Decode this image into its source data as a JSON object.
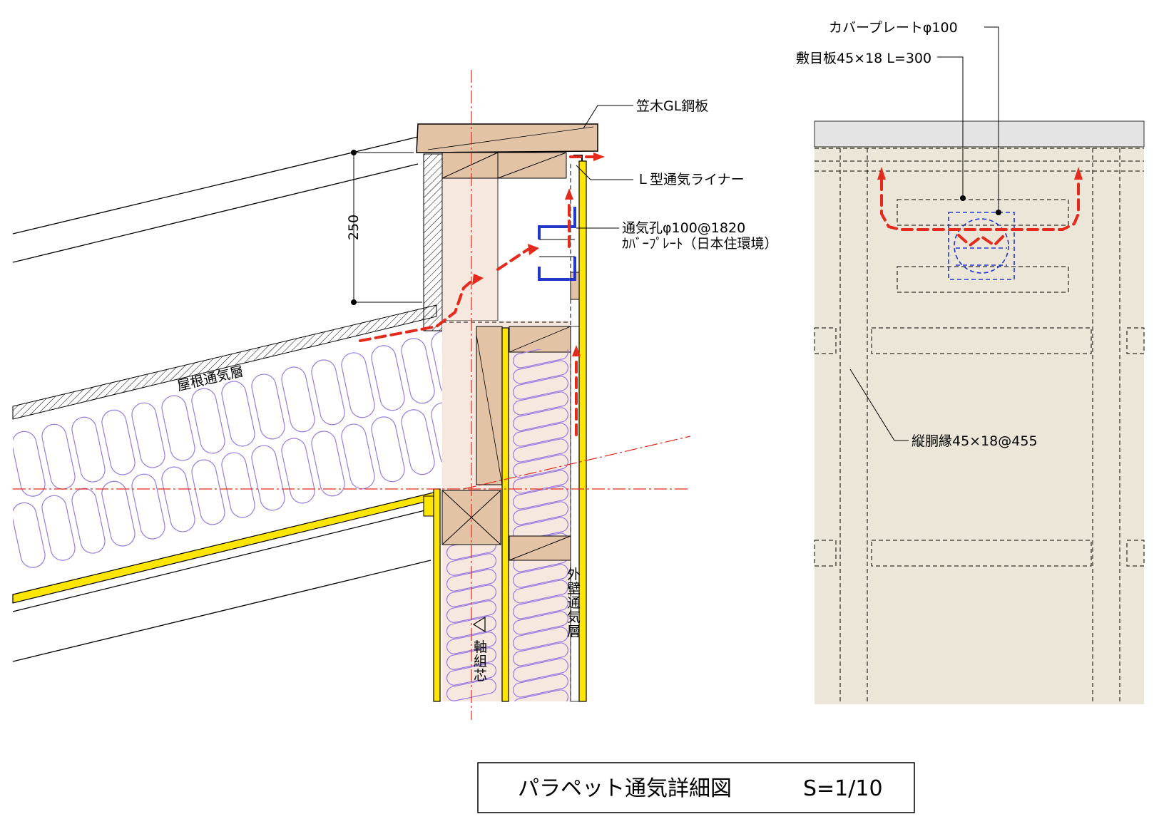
{
  "labels": {
    "kasagi": "笠木GL鋼板",
    "l_liner": "Ｌ型通気ライナー",
    "vent_hole": "通気孔φ100@1820",
    "cover_plate_mfr": "ｶﾊﾞｰﾌﾟﾚｰﾄ（日本住環境）",
    "dim_250": "250",
    "roof_vent_layer": "屋根通気層",
    "wall_vent_layer": [
      "外",
      "壁",
      "通",
      "気",
      "層"
    ],
    "frame_core": [
      "軸",
      "組",
      "芯"
    ],
    "cover_plate_right": "カバープレートφ100",
    "shikime": "敷目板45×18 L=300",
    "tatedobuchi": "縦胴縁45×18@455"
  },
  "title": {
    "main": "パラペット通気詳細図",
    "scale": "S=1/10"
  },
  "colors": {
    "wood": "#e3c3a6",
    "wood_light": "#f7e8df",
    "board": "#ebe6d7",
    "board_top": "#e4e4e4",
    "insulation": "#9a7be0",
    "vent_arrow": "#e32a1c",
    "yellow": "#ffe600",
    "blue": "#2438c8",
    "centerline": "#e32a1c"
  }
}
